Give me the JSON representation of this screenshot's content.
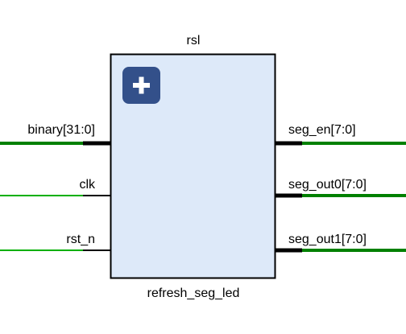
{
  "block": {
    "instance_name": "rsl",
    "module_name": "refresh_seg_led",
    "expand_icon": "plus-icon",
    "fill_color": "#dde9f9",
    "expand_button_color": "#33508a"
  },
  "ports": {
    "inputs": [
      {
        "name": "binary[31:0]",
        "kind": "bus"
      },
      {
        "name": "clk",
        "kind": "wire"
      },
      {
        "name": "rst_n",
        "kind": "wire"
      }
    ],
    "outputs": [
      {
        "name": "seg_en[7:0]",
        "kind": "bus"
      },
      {
        "name": "seg_out0[7:0]",
        "kind": "bus"
      },
      {
        "name": "seg_out1[7:0]",
        "kind": "bus"
      }
    ]
  },
  "colors": {
    "net_bus": "#008000",
    "net_wire": "#00b000",
    "pin": "#000000"
  }
}
